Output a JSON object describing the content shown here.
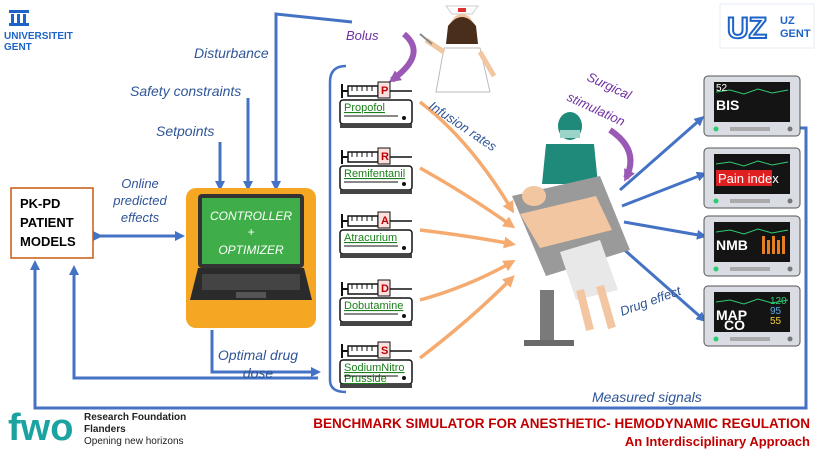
{
  "logos": {
    "ugent_line1": "UNIVERSITEIT",
    "ugent_line2": "GENT",
    "uz_mark": "UZ",
    "uz_line1": "UZ",
    "uz_line2": "GENT",
    "fwo_mark": "fwo",
    "fwo_line1": "Research Foundation",
    "fwo_line2": "Flanders",
    "fwo_line3": "Opening new horizons"
  },
  "inputs": {
    "disturbance": "Disturbance",
    "safety": "Safety constraints",
    "setpoints": "Setpoints",
    "bolus": "Bolus"
  },
  "patient_models": {
    "line1": "PK-PD",
    "line2": "PATIENT",
    "line3": "MODELS"
  },
  "online_effects": {
    "line1": "Online",
    "line2": "predicted",
    "line3": "effects"
  },
  "controller": {
    "line1": "CONTROLLER",
    "line2": "+",
    "line3": "OPTIMIZER"
  },
  "optimal_dose": {
    "line1": "Optimal drug",
    "line2": "dose"
  },
  "pumps": [
    {
      "letter": "P",
      "name": "Propofol"
    },
    {
      "letter": "R",
      "name": "Remifentanil"
    },
    {
      "letter": "A",
      "name": "Atracurium"
    },
    {
      "letter": "D",
      "name": "Dobutamine"
    },
    {
      "letter": "S",
      "name": "SodiumNitro",
      "name2": "Prusside"
    }
  ],
  "infusion_rates": "Infusion rates",
  "surgical": {
    "line1": "Surgical",
    "line2": "stimulation"
  },
  "monitors": [
    {
      "label": "BIS",
      "value": "52"
    },
    {
      "label": "Pain index",
      "value": ""
    },
    {
      "label": "NMB",
      "value": ""
    },
    {
      "label": "MAP",
      "label2": "CO",
      "value": "120",
      "value2": "95",
      "value3": "55"
    }
  ],
  "drug_effect": "Drug effect",
  "measured": "Measured signals",
  "footer": {
    "title": "BENCHMARK SIMULATOR FOR ANESTHETIC- HEMODYNAMIC REGULATION",
    "subtitle": "An Interdisciplinary Approach"
  },
  "colors": {
    "arrow": "#4472c4",
    "orange": "#f4a261",
    "title": "#c00000",
    "controller": "#f5a623",
    "screen": "#3fae49"
  }
}
